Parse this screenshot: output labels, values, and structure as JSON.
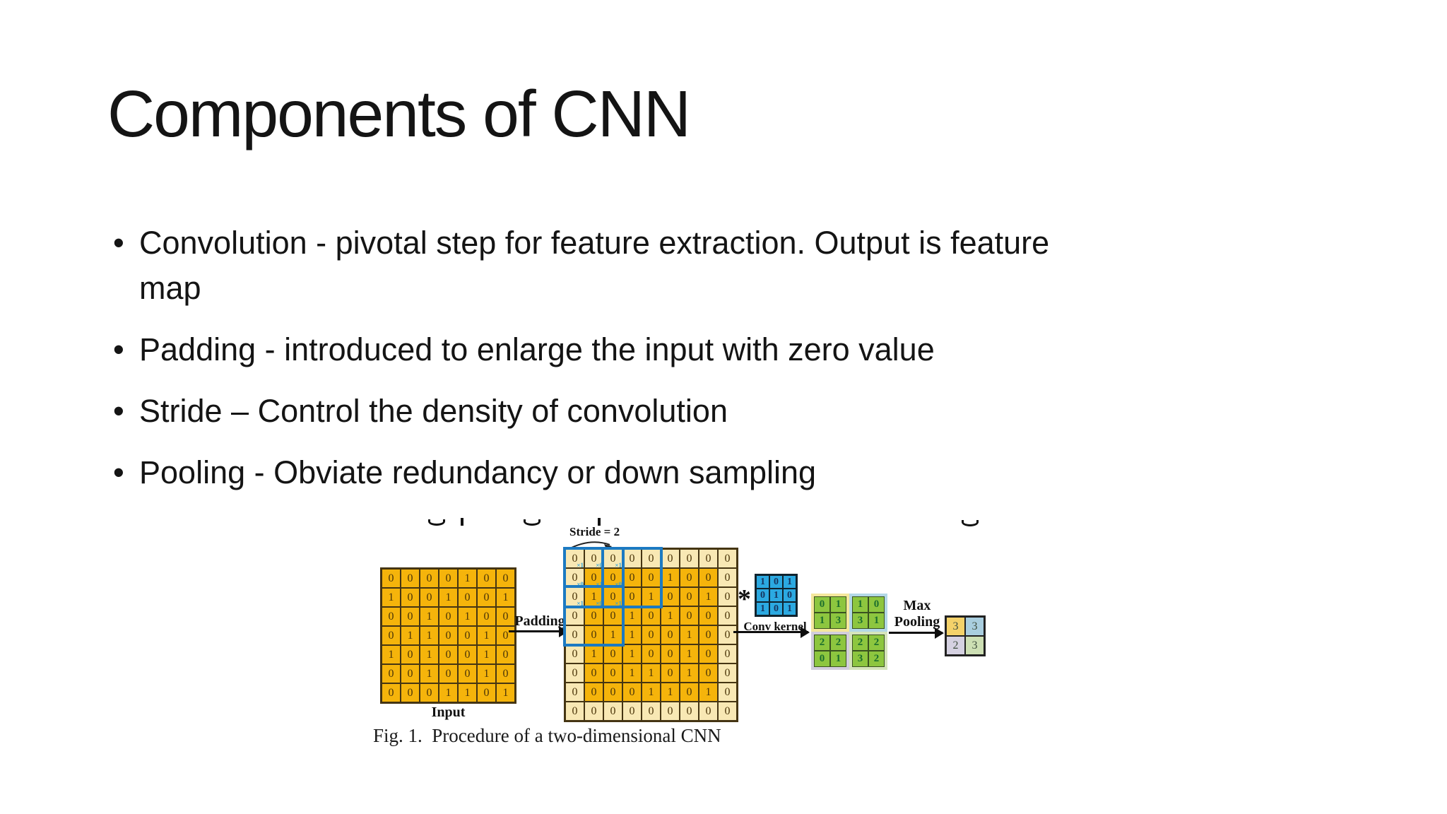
{
  "slide": {
    "title": "Components of CNN",
    "bullets": [
      {
        "lines": [
          "Convolution - pivotal step for feature extraction. Output is feature",
          "map"
        ]
      },
      {
        "lines": [
          "Padding - introduced to enlarge the input with zero value"
        ]
      },
      {
        "lines": [
          "Stride – Control the density of convolution"
        ]
      },
      {
        "lines": [
          "Pooling - Obviate redundancy or down sampling"
        ]
      }
    ],
    "bullet_marker": "•"
  },
  "figure": {
    "caption": "Fig. 1.  Procedure of a two-dimensional CNN",
    "labels": {
      "stride": "Stride = 2",
      "padding": "Padding",
      "input": "Input",
      "conv_kernel": "Conv kernel",
      "asterisk": "*",
      "max_pooling": [
        "Max",
        "Pooling"
      ]
    },
    "input_matrix": {
      "values": [
        [
          0,
          0,
          0,
          0,
          1,
          0,
          0
        ],
        [
          1,
          0,
          0,
          1,
          0,
          0,
          1
        ],
        [
          0,
          0,
          1,
          0,
          1,
          0,
          0
        ],
        [
          0,
          1,
          1,
          0,
          0,
          1,
          0
        ],
        [
          1,
          0,
          1,
          0,
          0,
          1,
          0
        ],
        [
          0,
          0,
          1,
          0,
          0,
          1,
          0
        ],
        [
          0,
          0,
          0,
          1,
          1,
          0,
          1
        ]
      ]
    },
    "padded_matrix": {
      "values": [
        [
          0,
          0,
          0,
          0,
          0,
          0,
          0,
          0,
          0
        ],
        [
          0,
          0,
          0,
          0,
          0,
          1,
          0,
          0,
          0
        ],
        [
          0,
          1,
          0,
          0,
          1,
          0,
          0,
          1,
          0
        ],
        [
          0,
          0,
          0,
          1,
          0,
          1,
          0,
          0,
          0
        ],
        [
          0,
          0,
          1,
          1,
          0,
          0,
          1,
          0,
          0
        ],
        [
          0,
          1,
          0,
          1,
          0,
          0,
          1,
          0,
          0
        ],
        [
          0,
          0,
          0,
          1,
          1,
          0,
          1,
          0,
          0
        ],
        [
          0,
          0,
          0,
          0,
          1,
          1,
          0,
          1,
          0
        ],
        [
          0,
          0,
          0,
          0,
          0,
          0,
          0,
          0,
          0
        ]
      ],
      "kernel_subscripts": [
        [
          "×1",
          "×0",
          "×1"
        ],
        [
          "×0",
          "×1",
          "×0"
        ],
        [
          "×1",
          "×0",
          "×1"
        ]
      ]
    },
    "conv_kernel": {
      "values": [
        [
          1,
          0,
          1
        ],
        [
          0,
          1,
          0
        ],
        [
          1,
          0,
          1
        ]
      ]
    },
    "feature_map": {
      "values": [
        [
          0,
          1,
          1,
          0
        ],
        [
          1,
          3,
          3,
          1
        ],
        [
          2,
          2,
          2,
          2
        ],
        [
          0,
          1,
          3,
          2
        ]
      ],
      "quadrant_colors": [
        [
          "#F4E79C",
          "#B3D8E6"
        ],
        [
          "#D2CEDC",
          "#D5E4BB"
        ]
      ]
    },
    "pooled_output": {
      "values": [
        [
          3,
          3
        ],
        [
          2,
          3
        ]
      ],
      "cell_colors": [
        [
          "#F4D26A",
          "#A9CEDF"
        ],
        [
          "#D5D1E1",
          "#CDDFB4"
        ]
      ]
    },
    "colors": {
      "cell_orange": "#F5B40B",
      "cell_cream": "#F8E8B4",
      "kernel_blue": "#2BA9E1",
      "window_blue": "#1C7AC2",
      "feature_green": "#8DC63F"
    }
  }
}
